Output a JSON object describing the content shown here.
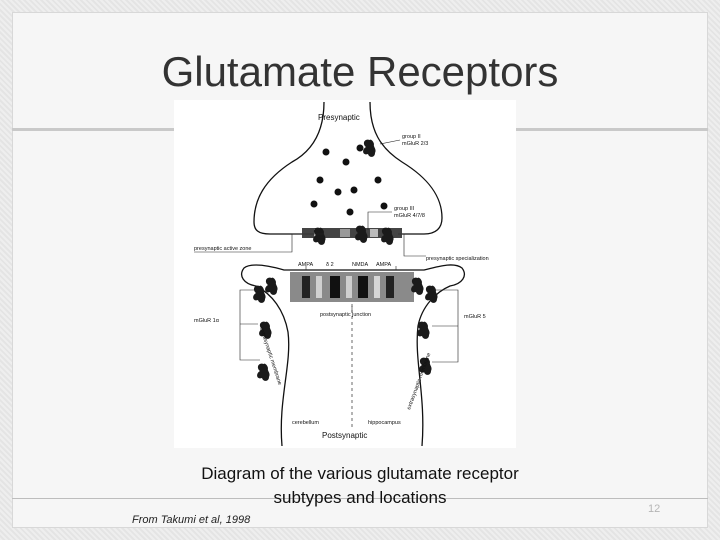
{
  "slide": {
    "title": "Glutamate Receptors",
    "caption_line1": "Diagram of the  various glutamate receptor",
    "caption_line2": "subtypes and locations",
    "credit": "From Takumi et al, 1998",
    "page_number": "12"
  },
  "diagram": {
    "presynaptic": "Presynaptic",
    "postsynaptic": "Postsynaptic",
    "group2_line1": "group II",
    "group2_line2": "mGluR 2/3",
    "group3_line1": "group III",
    "group3_line2": "mGluR 4/7/8",
    "presyn_active_zone": "presynaptic active zone",
    "presyn_specialization": "presynaptic specialization",
    "ampa_left": "AMPA",
    "delta2": "δ 2",
    "nmda": "NMDA",
    "ampa_right": "AMPA",
    "mglur1a": "mGluR 1α",
    "mglur5": "mGluR 5",
    "postsyn_junction": "postsynaptic junction",
    "dendrite": "cerebellum",
    "hippocampus": "hippocampus",
    "membrane_left": "extrasynaptic membrane",
    "membrane_right": "extrasynaptic membrane"
  }
}
